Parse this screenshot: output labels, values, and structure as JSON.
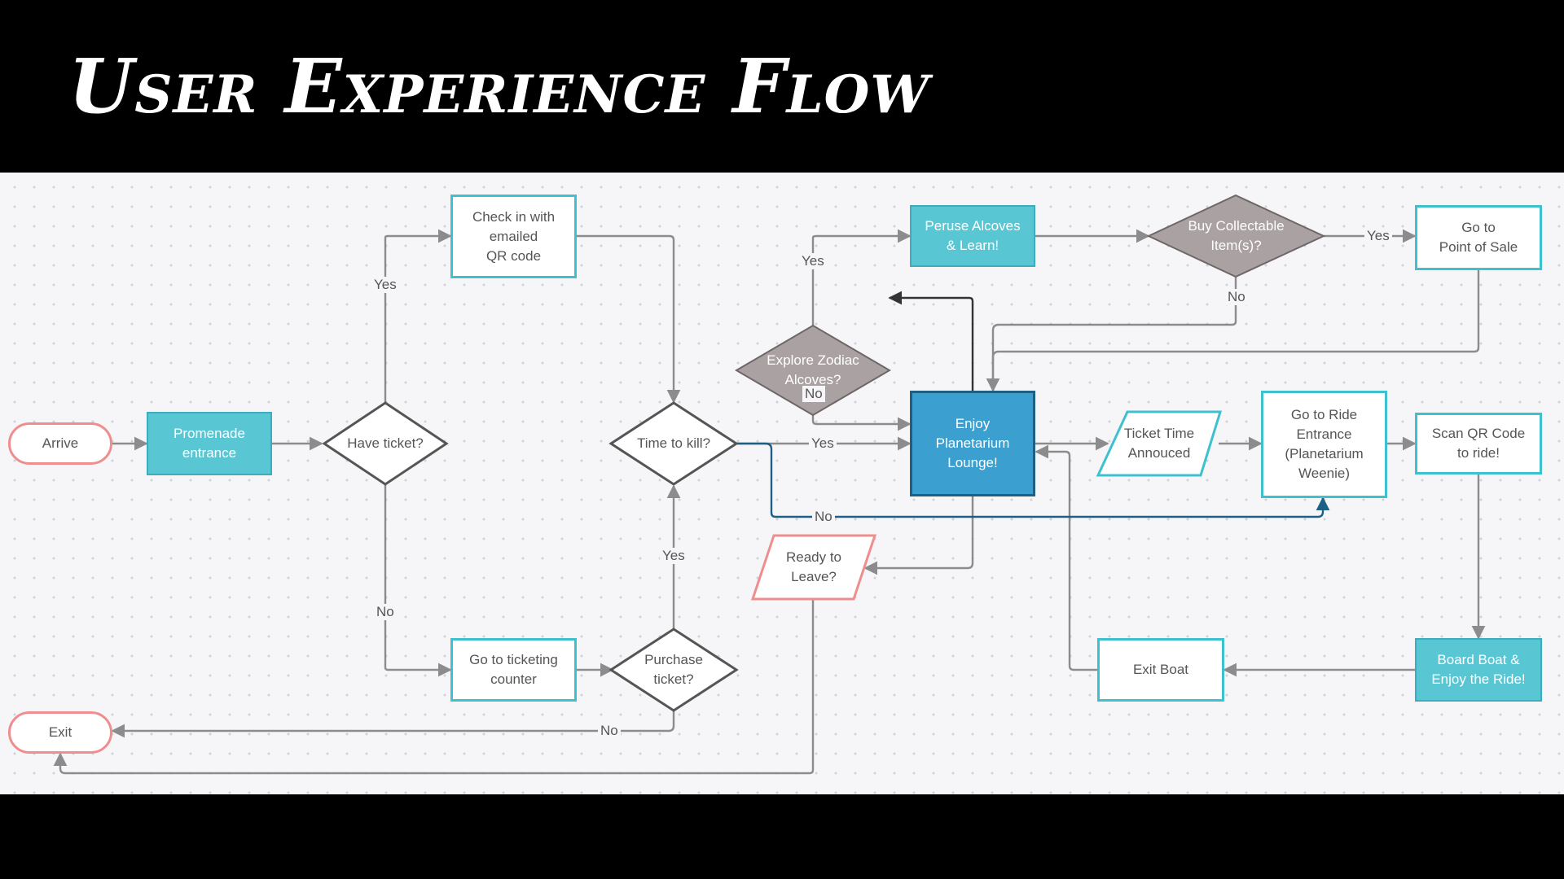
{
  "title": "User Experience Flow",
  "colors": {
    "teal": "#58c6d3",
    "teal_border": "#3dc1cf",
    "blue": "#3b9fcf",
    "blue_border": "#1e5f86",
    "terminal_border": "#ef8e8e",
    "diamond_gray": "#aaa2a2",
    "edge": "#8c8c8c",
    "edge_highlight": "#1e5f86"
  },
  "nodes": {
    "arrive": "Arrive",
    "promenade": "Promenade\nentrance",
    "have_ticket": "Have ticket?",
    "check_in": "Check in with\nemailed\nQR code",
    "ticketing": "Go to ticketing\ncounter",
    "purchase": "Purchase\nticket?",
    "time_to_kill": "Time to kill?",
    "exit": "Exit",
    "explore": "Explore Zodiac\nAlcoves?",
    "peruse": "Peruse Alcoves\n& Learn!",
    "buy": "Buy Collectable\nItem(s)?",
    "point_of_sale": "Go to\nPoint of Sale",
    "enjoy": "Enjoy\nPlanetarium\nLounge!",
    "ticket_time": "Ticket Time\nAnnouced",
    "ride_entrance": "Go to Ride\nEntrance\n(Planetarium\nWeenie)",
    "scan_qr": "Scan QR Code\nto ride!",
    "ready": "Ready to\nLeave?",
    "exit_boat": "Exit Boat",
    "board_boat": "Board Boat &\nEnjoy the Ride!"
  },
  "edge_labels": {
    "have_yes": "Yes",
    "have_no": "No",
    "purchase_yes": "Yes",
    "purchase_no": "No",
    "time_yes": "Yes",
    "time_no": "No",
    "explore_yes": "Yes",
    "explore_no": "No",
    "buy_yes": "Yes",
    "buy_no": "No"
  }
}
